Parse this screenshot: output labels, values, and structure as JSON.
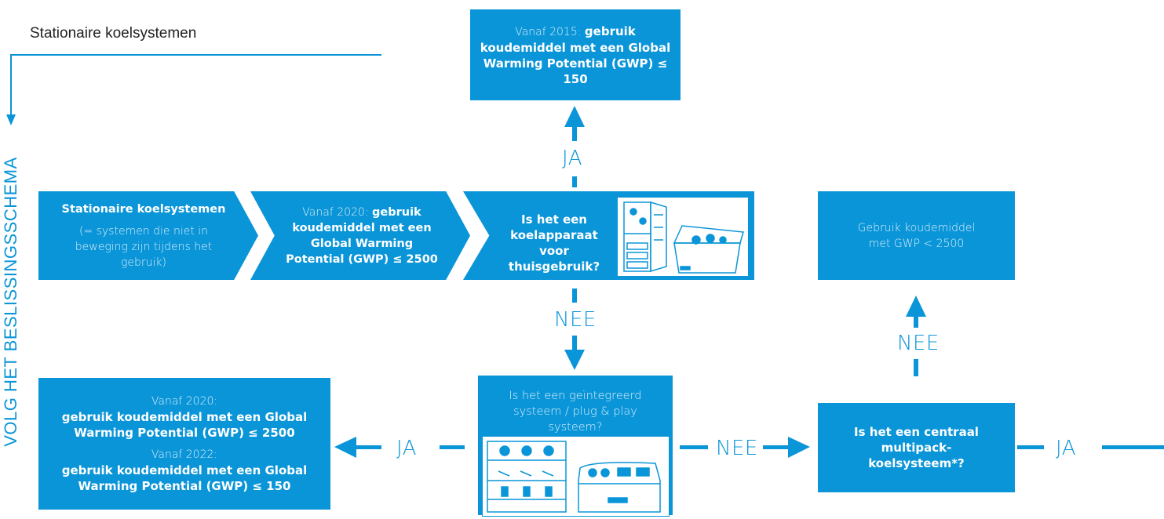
{
  "title": "Stationaire koelsystemen",
  "side_label": "VOLG HET BESLISSINGSSCHEMA",
  "step1": {
    "title": "Stationaire koelsystemen",
    "note": "(= systemen die niet in beweging zijn tijdens het gebruik)"
  },
  "step2": {
    "prefix": "Vanaf 2020: ",
    "text": "gebruik koudemiddel met een Global Warming Potential (GWP) ≤ 2500"
  },
  "q1": {
    "text": "Is het een koelapparaat voor thuisgebruik?"
  },
  "top_box": {
    "prefix": "Vanaf 2015: ",
    "text": "gebruik koudemiddel met een Global Warming Potential (GWP) ≤ 150"
  },
  "q2": {
    "text": "Is het een geïntegreerd systeem / plug & play systeem?"
  },
  "left_box": {
    "line1_prefix": "Vanaf 2020:",
    "line1_text": "gebruik koudemiddel met een Global Warming Potential (GWP) ≤ 2500",
    "line2_prefix": "Vanaf 2022:",
    "line2_text": "gebruik koudemiddel met een Global Warming Potential (GWP) ≤ 150"
  },
  "q3": {
    "text": "Is het een centraal multipack-koelsysteem*?"
  },
  "right_top_box": {
    "text": "Gebruik koudemiddel met GWP < 2500"
  },
  "labels": {
    "ja_up": "JA",
    "nee_down": "NEE",
    "ja_left": "JA",
    "nee_right": "NEE",
    "nee_up": "NEE",
    "ja_right": "JA"
  },
  "colors": {
    "accent": "#0a95d8",
    "light_text": "#d8eefa"
  },
  "icons": [
    "fridge-icon",
    "chest-freezer-icon",
    "display-shelf-icon",
    "display-counter-icon"
  ]
}
